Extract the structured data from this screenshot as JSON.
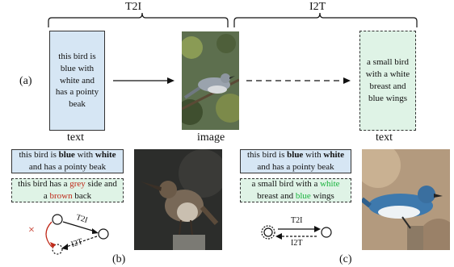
{
  "top": {
    "t2i_label": "T2I",
    "i2t_label": "I2T",
    "panel_a_label": "(a)",
    "text_box_left": "this bird is blue with white and has a pointy beak",
    "text_box_right": "a small bird with a white breast and blue wings",
    "caption_text_left": "text",
    "caption_image": "image",
    "caption_text_right": "text"
  },
  "panel_b": {
    "label": "(b)",
    "box1": {
      "parts": [
        "this bird is ",
        "blue",
        " with ",
        "white",
        " and has a pointy beak"
      ]
    },
    "box2": {
      "parts": [
        "this bird has a ",
        "grey",
        " side and a ",
        "brown",
        " back"
      ]
    },
    "cross_mark": "×",
    "t2i_arrow_label": "T2I",
    "i2t_arrow_label": "I2T"
  },
  "panel_c": {
    "label": "(c)",
    "box1": {
      "parts": [
        "this bird is ",
        "blue",
        " with ",
        "white",
        " and has a pointy beak"
      ]
    },
    "box2": {
      "parts": [
        "a small bird with a ",
        "white",
        " breast and ",
        "blue",
        " wings"
      ]
    },
    "t2i_arrow_label": "T2I",
    "i2t_arrow_label": "I2T"
  },
  "colors": {
    "blue_box": "#d6e6f4",
    "green_box": "#dff3e6",
    "red": "#c02a1a",
    "green_text": "#18b33c",
    "blue_text": "#2f7fd1"
  }
}
